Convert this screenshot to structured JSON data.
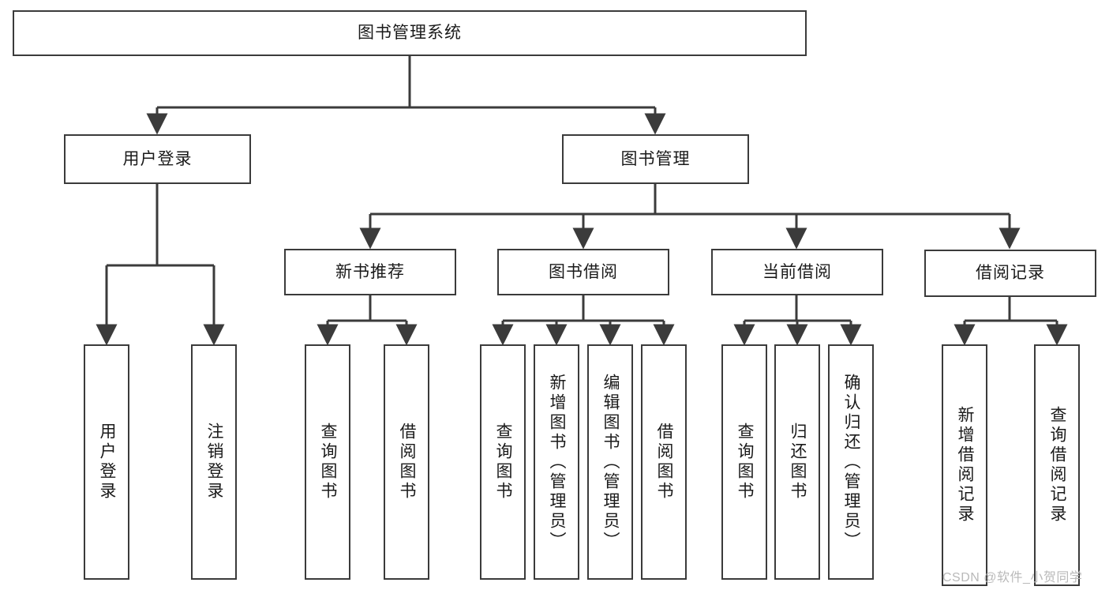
{
  "diagram": {
    "type": "hierarchy-tree",
    "title": "图书管理系统",
    "root": {
      "label": "图书管理系统"
    },
    "level1": [
      {
        "id": "user-login",
        "label": "用户登录"
      },
      {
        "id": "book-manage",
        "label": "图书管理"
      }
    ],
    "level2": [
      {
        "id": "new-book-recommend",
        "label": "新书推荐",
        "parent": "book-manage"
      },
      {
        "id": "book-borrow",
        "label": "图书借阅",
        "parent": "book-manage"
      },
      {
        "id": "current-borrow",
        "label": "当前借阅",
        "parent": "book-manage"
      },
      {
        "id": "borrow-record",
        "label": "借阅记录",
        "parent": "book-manage"
      }
    ],
    "leaves": {
      "user-login": [
        {
          "id": "leaf-user-login",
          "label": "用户登录"
        },
        {
          "id": "leaf-logout",
          "label": "注销登录"
        }
      ],
      "new-book-recommend": [
        {
          "id": "leaf-query-book-1",
          "label": "查询图书"
        },
        {
          "id": "leaf-borrow-book-1",
          "label": "借阅图书"
        }
      ],
      "book-borrow": [
        {
          "id": "leaf-query-book-2",
          "label": "查询图书"
        },
        {
          "id": "leaf-add-book",
          "label": "新增图书（管理员）"
        },
        {
          "id": "leaf-edit-book",
          "label": "编辑图书（管理员）"
        },
        {
          "id": "leaf-borrow-book-2",
          "label": "借阅图书"
        }
      ],
      "current-borrow": [
        {
          "id": "leaf-query-book-3",
          "label": "查询图书"
        },
        {
          "id": "leaf-return-book",
          "label": "归还图书"
        },
        {
          "id": "leaf-confirm-return",
          "label": "确认归还（管理员）"
        }
      ],
      "borrow-record": [
        {
          "id": "leaf-add-record",
          "label": "新增借阅记录"
        },
        {
          "id": "leaf-query-record",
          "label": "查询借阅记录"
        }
      ]
    },
    "colors": {
      "stroke": "#3b3b3b",
      "fill": "#ffffff",
      "text": "#1a1a1a",
      "watermark": "#b9b9b9"
    }
  },
  "watermark": {
    "text": "CSDN @软件_小贺同学"
  }
}
